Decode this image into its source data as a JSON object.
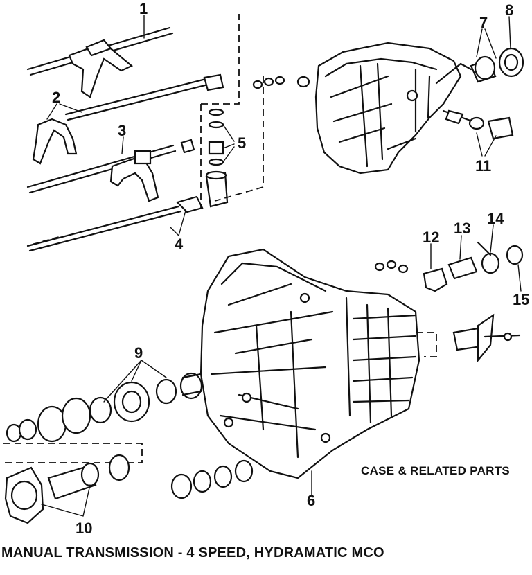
{
  "captions": {
    "section": "CASE & RELATED PARTS",
    "title": "MANUAL TRANSMISSION - 4 SPEED, HYDRAMATIC MCO"
  },
  "callouts": [
    "1",
    "2",
    "3",
    "4",
    "5",
    "6",
    "7",
    "8",
    "9",
    "10",
    "11",
    "12",
    "13",
    "14",
    "15"
  ]
}
